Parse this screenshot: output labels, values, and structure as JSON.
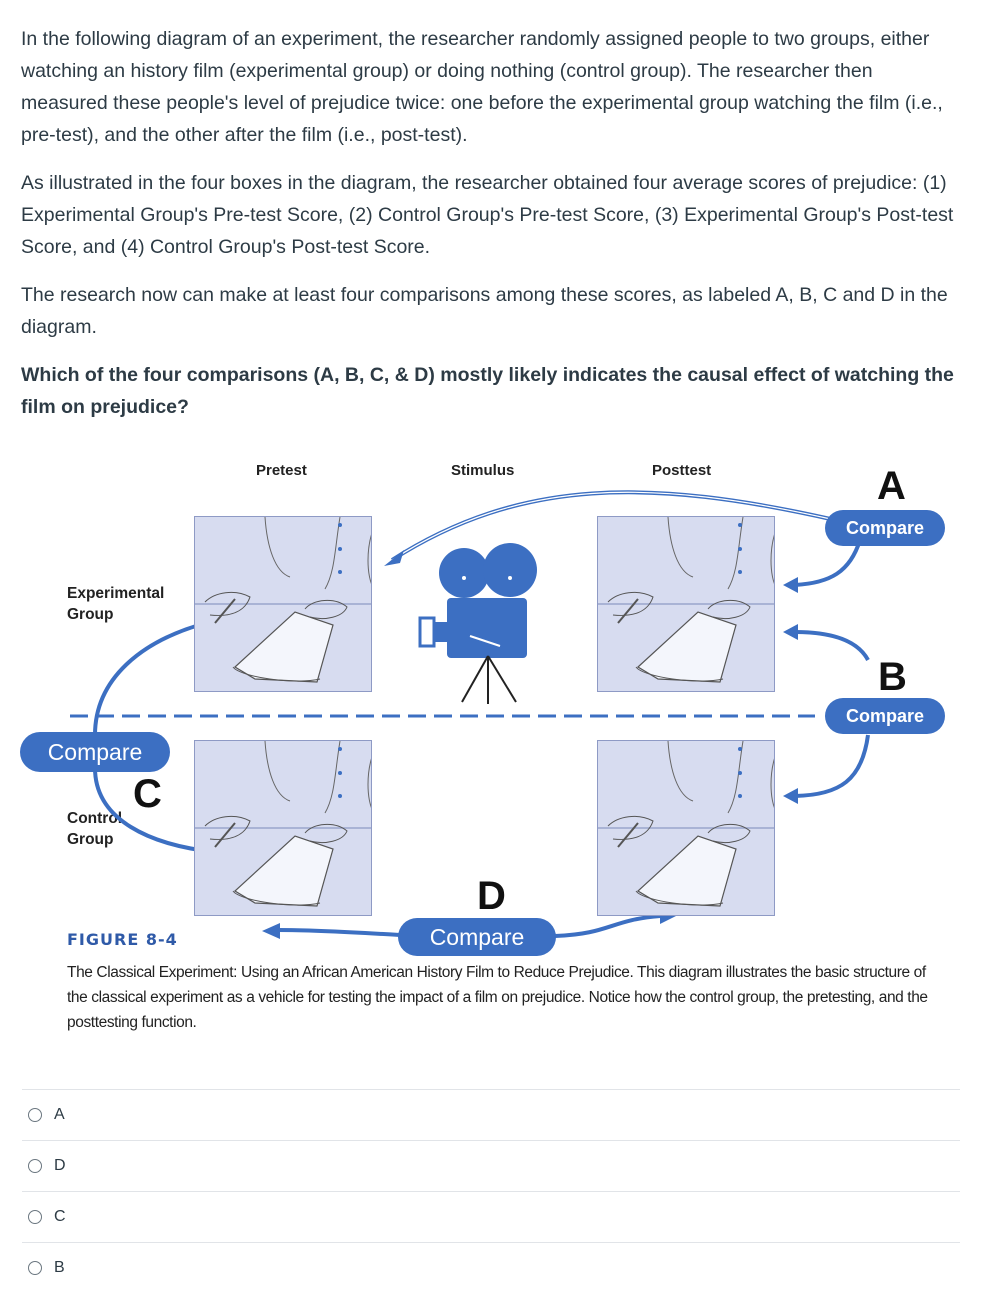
{
  "question": {
    "p1": "In the following diagram of an experiment, the researcher randomly assigned people to two groups, either watching an history film (experimental group) or doing nothing (control group). The researcher then measured these people's level of prejudice twice: one before the experimental group watching the film (i.e., pre-test), and the other after the film (i.e., post-test).",
    "p2": "As illustrated in the four boxes in the diagram, the researcher obtained four average scores of prejudice: (1) Experimental Group's Pre-test Score, (2) Control Group's Pre-test Score, (3) Experimental Group's Post-test Score, and (4) Control Group's Post-test Score.",
    "p3": "The research now can make at least four comparisons among these scores, as labeled A, B, C and D in the diagram.",
    "p4": "Which of the four comparisons (A, B, C, & D) mostly likely indicates the causal effect of watching the film on prejudice?"
  },
  "figure": {
    "col_pretest": "Pretest",
    "col_stimulus": "Stimulus",
    "col_posttest": "Posttest",
    "experimental_group": "Experimental Group",
    "control_group": "Control Group",
    "compare": "Compare",
    "letter_a": "A",
    "letter_b": "B",
    "letter_c": "C",
    "letter_d": "D",
    "caption_title": "FIGURE 8-4",
    "caption_text": "The Classical Experiment: Using an African American History Film to Reduce Prejudice. This diagram illustrates the basic structure of the classical experiment as a vehicle for testing the impact of a film on prejudice. Notice how the control group, the pretesting, and the posttesting function.",
    "accent_color": "#3c6fc2",
    "panel_color": "#d7dcf0"
  },
  "options": [
    {
      "label": "A"
    },
    {
      "label": "D"
    },
    {
      "label": "C"
    },
    {
      "label": "B"
    }
  ]
}
